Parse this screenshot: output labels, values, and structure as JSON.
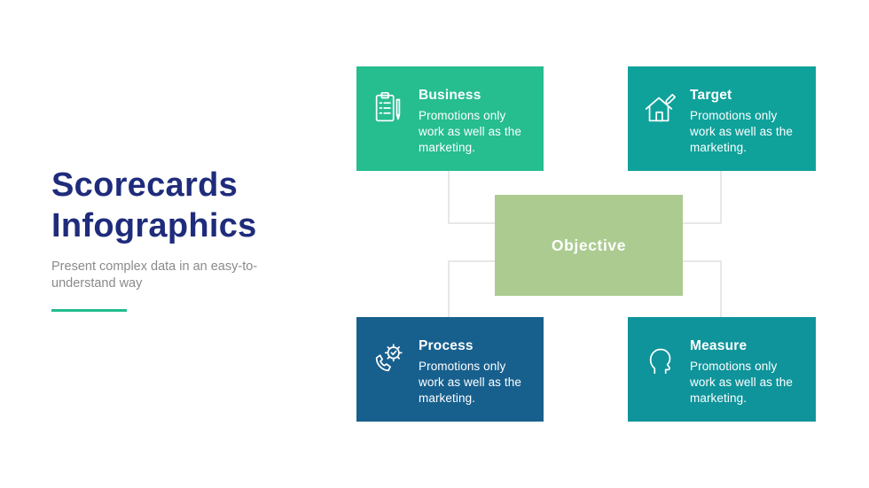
{
  "page": {
    "title": "Scorecards\nInfographics",
    "subtitle": "Present complex data in an easy-to-understand way"
  },
  "colors": {
    "title_navy": "#1F2C7B",
    "subtitle_gray": "#8A8A8A",
    "divider_green": "#21BD8E",
    "connector_gray": "#E7E7E7",
    "card_text": "#FFFFFF"
  },
  "diagram": {
    "center": {
      "label": "Objective",
      "color": "#ABCB90"
    },
    "cards": [
      {
        "title": "Business",
        "description": "Promotions only work as well as the marketing.",
        "color": "#26BD8F",
        "icon": "clipboard-checklist-icon"
      },
      {
        "title": "Target",
        "description": "Promotions only work as well as the marketing.",
        "color": "#0FA29B",
        "icon": "house-pencil-icon"
      },
      {
        "title": "Process",
        "description": "Promotions only work as well as the marketing.",
        "color": "#17608E",
        "icon": "phone-gear-icon"
      },
      {
        "title": "Measure",
        "description": "Promotions only work as well as the marketing.",
        "color": "#0F949B",
        "icon": "head-profile-icon"
      }
    ]
  }
}
